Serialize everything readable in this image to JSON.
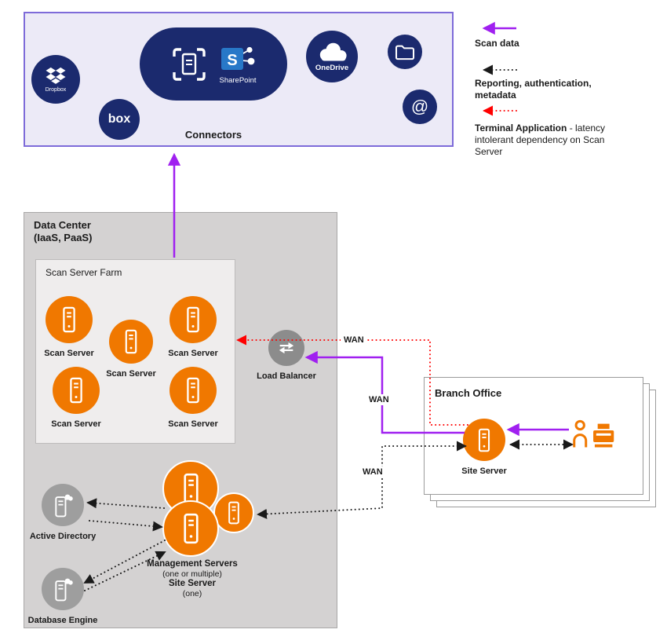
{
  "connectors": {
    "title": "Connectors",
    "dropbox_label": "Dropbox",
    "box_label": "box",
    "sharepoint_label": "SharePoint",
    "sharepoint_s": "S",
    "onedrive_label": "OneDrive",
    "at_symbol": "@"
  },
  "legend": {
    "scan_data": "Scan data",
    "reporting": "Reporting, authentication, metadata",
    "terminal_bold": "Terminal Application",
    "terminal_rest": " - latency intolerant dependency on Scan Server"
  },
  "data_center": {
    "title_line1": "Data Center",
    "title_line2": "(IaaS, PaaS)",
    "farm_title": "Scan Server Farm",
    "scan_server_label": "Scan Server",
    "load_balancer_label": "Load Balancer",
    "active_directory_label": "Active Directory",
    "database_engine_label": "Database Engine",
    "management_line1": "Management Servers",
    "management_line2": "(one or multiple)",
    "management_line3": "Site Server",
    "management_line4": "(one)"
  },
  "branch_office": {
    "title": "Branch Office",
    "site_server_label": "Site Server"
  },
  "wan": {
    "w1": "WAN",
    "w2": "WAN",
    "w3": "WAN"
  },
  "colors": {
    "orange": "#F07800",
    "navy": "#1B2A6E",
    "purple_arrow": "#A020F0",
    "red_arrow": "#FF0000",
    "black_arrow": "#1A1A1A",
    "connectors_bg": "#ECEAF7",
    "connectors_border": "#7E6BD9",
    "datacenter_bg": "#D4D2D2",
    "gray_node": "#9E9E9E"
  }
}
